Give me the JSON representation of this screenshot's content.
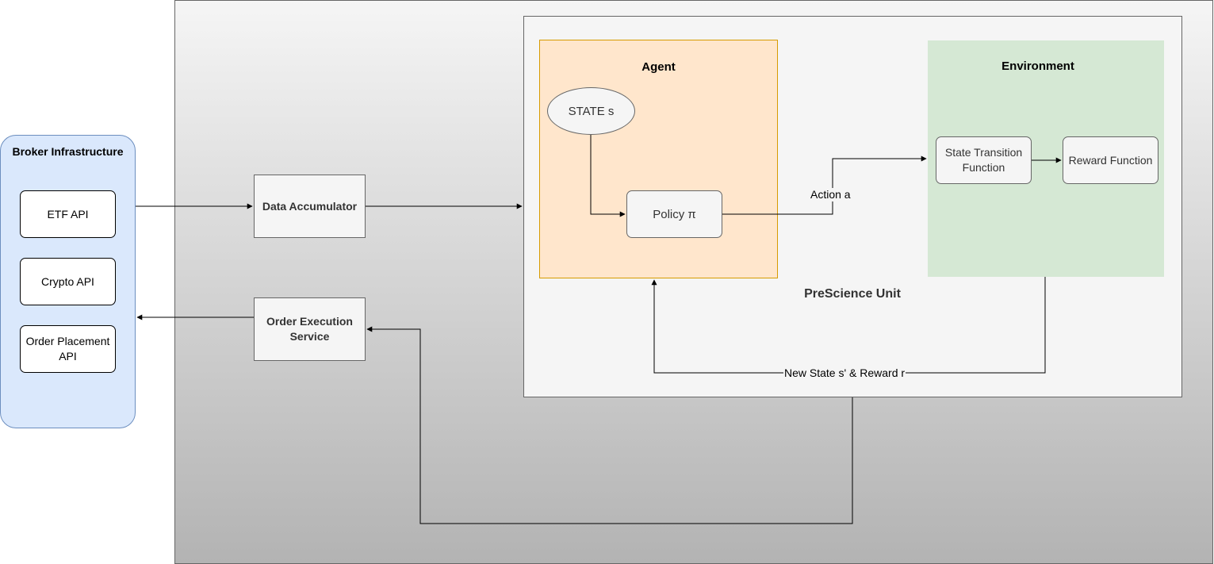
{
  "broker": {
    "title": "Broker Infrastructure",
    "apis": [
      "ETF API",
      "Crypto API",
      "Order Placement API"
    ]
  },
  "services": {
    "data_accumulator": "Data Accumulator",
    "order_execution": "Order Execution Service"
  },
  "prescience": {
    "label": "PreScience Unit",
    "agent": {
      "title": "Agent",
      "state": "STATE s",
      "policy": "Policy π"
    },
    "environment": {
      "title": "Environment",
      "state_transition": "State Transition Function",
      "reward_function": "Reward Function"
    }
  },
  "edges": {
    "action": "Action a",
    "feedback": "New State s' & Reward r"
  },
  "colors": {
    "broker_fill": "#dae8fc",
    "broker_stroke": "#6c8ebf",
    "agent_fill": "#ffe6cc",
    "agent_stroke": "#d79b00",
    "environment_fill": "#d5e8d4",
    "box_fill": "#f5f5f5",
    "box_stroke": "#666666"
  }
}
